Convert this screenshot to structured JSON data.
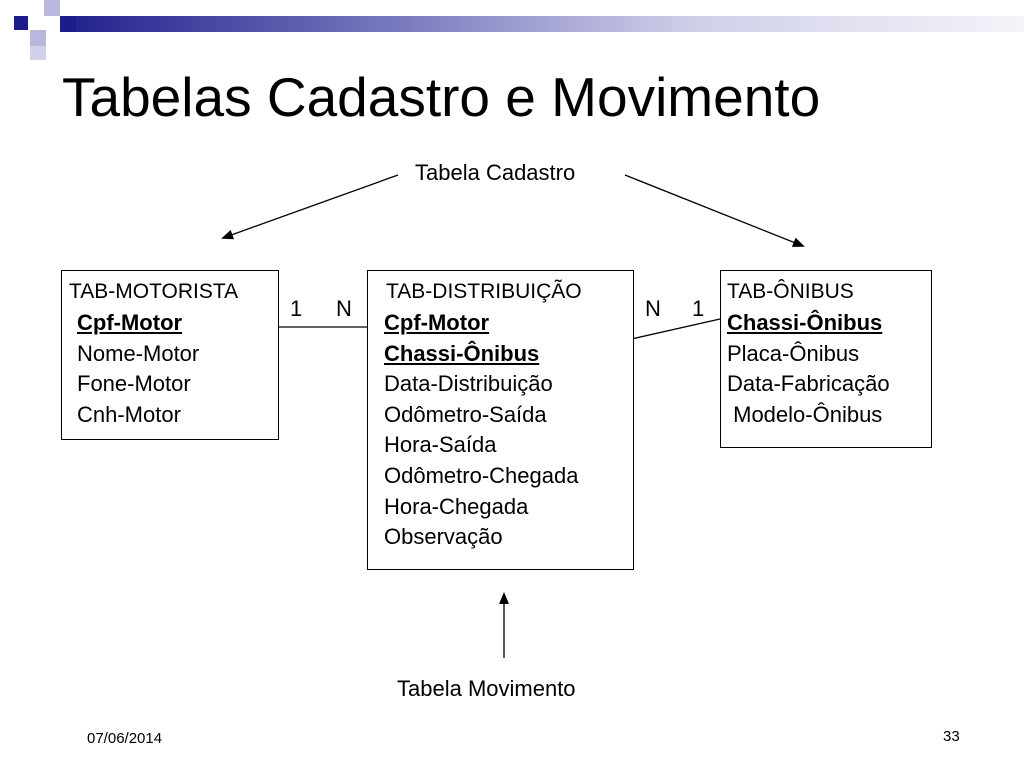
{
  "slide": {
    "title": "Tabelas Cadastro e Movimento",
    "date": "07/06/2014",
    "page_number": "33"
  },
  "labels": {
    "cadastro": "Tabela Cadastro",
    "movimento": "Tabela Movimento"
  },
  "tables": {
    "motorista": {
      "name": "TAB-MOTORISTA",
      "fields": [
        {
          "label": "Cpf-Motor",
          "key": true
        },
        {
          "label": "Nome-Motor",
          "key": false
        },
        {
          "label": "Fone-Motor",
          "key": false
        },
        {
          "label": "Cnh-Motor",
          "key": false
        }
      ]
    },
    "distribuicao": {
      "name": "TAB-DISTRIBUIÇÃO",
      "fields": [
        {
          "label": "Cpf-Motor",
          "key": true
        },
        {
          "label": "Chassi-Ônibus",
          "key": true
        },
        {
          "label": "Data-Distribuição",
          "key": false
        },
        {
          "label": "Odômetro-Saída",
          "key": false
        },
        {
          "label": "Hora-Saída",
          "key": false
        },
        {
          "label": "Odômetro-Chegada",
          "key": false
        },
        {
          "label": "Hora-Chegada",
          "key": false
        },
        {
          "label": "Observação",
          "key": false
        }
      ]
    },
    "onibus": {
      "name": "TAB-ÔNIBUS",
      "fields": [
        {
          "label": "Chassi-Ônibus",
          "key": true
        },
        {
          "label": "Placa-Ônibus",
          "key": false
        },
        {
          "label": "Data-Fabricação",
          "key": false
        },
        {
          "label": " Modelo-Ônibus",
          "key": false
        }
      ]
    }
  },
  "cardinalities": {
    "left_one": "1",
    "left_many": "N",
    "right_many": "N",
    "right_one": "1"
  },
  "colors": {
    "decor_navy": "#1c1c8c",
    "decor_light": "#b8b8de"
  }
}
